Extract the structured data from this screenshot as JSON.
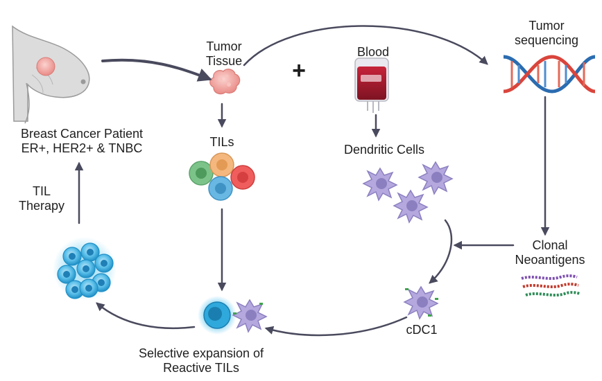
{
  "labels": {
    "patient_line1": "Breast Cancer Patient",
    "patient_line2": "ER+, HER2+ & TNBC",
    "tumor_tissue_line1": "Tumor",
    "tumor_tissue_line2": "Tissue",
    "blood": "Blood",
    "tumor_seq_line1": "Tumor",
    "tumor_seq_line2": "sequencing",
    "tils": "TILs",
    "dendritic_cells": "Dendritic Cells",
    "til_therapy_line1": "TIL",
    "til_therapy_line2": "Therapy",
    "clonal_line1": "Clonal",
    "clonal_line2": "Neoantigens",
    "cdc1": "cDC1",
    "expansion_line1": "Selective expansion of",
    "expansion_line2": "Reactive TILs",
    "plus": "+"
  },
  "colors": {
    "arrow": "#4a4a5e",
    "tumor": "#f2a9a6",
    "til_green": "#7cc38a",
    "til_orange": "#f4b77e",
    "til_red": "#ef5d5d",
    "til_blue": "#69b7e3",
    "dendritic": "#b4a8de",
    "blood_bag": "#9e1b2b",
    "expanded_cells": "#39aee0"
  },
  "icons": [
    "breast-icon",
    "tumor-tissue-icon",
    "blood-bag-icon",
    "dna-helix-icon",
    "til-cluster-icon",
    "dendritic-cell-icon",
    "neoantigen-strands-icon",
    "cdc1-cell-icon",
    "t-cell-icon",
    "expanded-til-cluster-icon"
  ]
}
